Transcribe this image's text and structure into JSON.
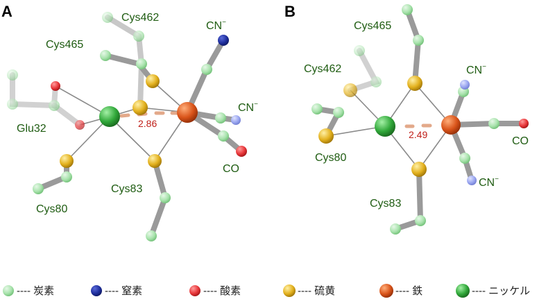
{
  "panels": [
    {
      "letter": "A",
      "residue_labels": [
        "Cys462",
        "Cys465",
        "Glu32",
        "Cys80",
        "Cys83"
      ],
      "ligand_labels": {
        "cn1": "CN",
        "cn2": "CN",
        "co": "CO",
        "cn_charge": "−"
      },
      "distance": "2.86"
    },
    {
      "letter": "B",
      "residue_labels": [
        "Cys465",
        "Cys462",
        "Cys80",
        "Cys83"
      ],
      "ligand_labels": {
        "cn1": "CN",
        "cn2": "CN",
        "co": "CO",
        "cn_charge": "−"
      },
      "distance": "2.49"
    }
  ],
  "legend": [
    {
      "label": "---- 炭素",
      "color": "#a9e3ad"
    },
    {
      "label": "---- 窒素",
      "color": "#1f2f9e"
    },
    {
      "label": "---- 酸素",
      "color": "#e8373a"
    },
    {
      "label": "---- 硫黄",
      "color": "#e3b11e"
    },
    {
      "label": "---- 鉄",
      "color": "#d9541a"
    },
    {
      "label": "---- ニッケル",
      "color": "#31a83a"
    }
  ],
  "colors": {
    "carbon": "#a9e3ad",
    "nitrogen": "#1f2f9e",
    "oxygen": "#e8373a",
    "sulfur": "#e3b11e",
    "iron": "#d9541a",
    "nickel": "#31a83a",
    "stick": "#9a9a9a",
    "label_green": "#1f5c12",
    "label_red": "#c0201a"
  }
}
